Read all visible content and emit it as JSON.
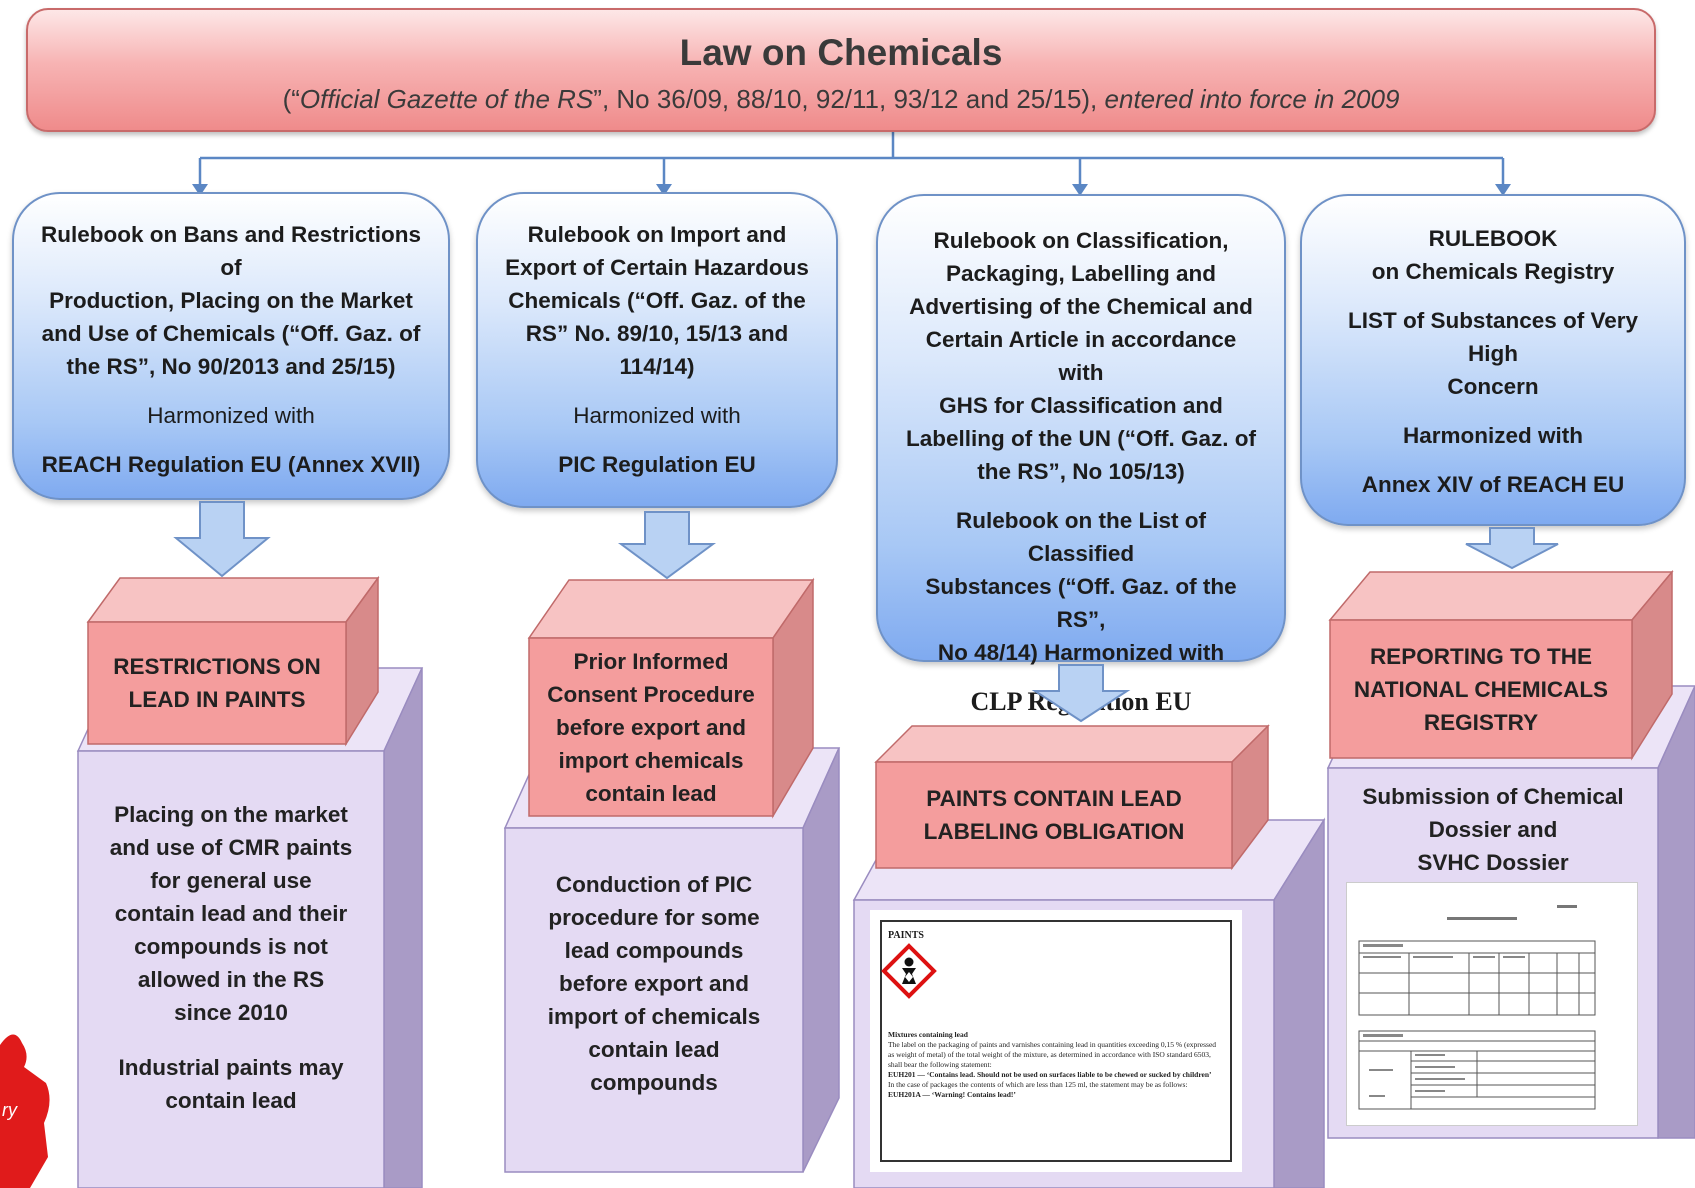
{
  "law": {
    "title": "Law on Chemicals",
    "subtitle_open": "(“",
    "subtitle_gazette": "Official Gazette of the RS",
    "subtitle_numbers": "”, No 36/09, 88/10, 92/11, 93/12 and 25/15),",
    "subtitle_tail": "entered into force in 2009"
  },
  "rulebooks": [
    {
      "lines": [
        "Rulebook on Bans and Restrictions of",
        "Production, Placing on the Market",
        "and Use of Chemicals (“Off. Gaz. of",
        "the RS”, No 90/2013 and 25/15)"
      ],
      "harmonized": "Harmonized with",
      "regulation": "REACH Regulation EU (Annex XVII)"
    },
    {
      "lines": [
        "Rulebook on Import and",
        "Export of Certain Hazardous",
        "Chemicals (“Off. Gaz. of the",
        "RS” No. 89/10, 15/13 and",
        "114/14)"
      ],
      "harmonized": "Harmonized with",
      "regulation": "PIC Regulation EU"
    },
    {
      "lines": [
        "Rulebook on Classification,",
        "Packaging, Labelling and",
        "Advertising of the Chemical and",
        "Certain Article in accordance with",
        "GHS for Classification and",
        "Labelling of the UN (“Off. Gaz. of",
        "the RS”, No 105/13)"
      ],
      "lines2": [
        "Rulebook on the List of Classified",
        "Substances (“Off. Gaz. of the RS”,",
        "No 48/14) Harmonized with"
      ],
      "regulation": "CLP Regulation EU"
    },
    {
      "line1": "RULEBOOK",
      "line2": "on Chemicals Registry",
      "list_lines": [
        "LIST of Substances of Very High",
        "Concern"
      ],
      "harmonized": "Harmonized with",
      "regulation": "Annex XIV of REACH EU"
    }
  ],
  "cubes": [
    {
      "red_lines": [
        "RESTRICTIONS ON",
        "LEAD IN PAINTS"
      ],
      "purple_lines": [
        "Placing on the market",
        "and use of CMR paints",
        "for general use",
        "contain lead and their",
        "compounds is not",
        "allowed in the RS",
        "since 2010"
      ],
      "purple_lines2": [
        "Industrial paints may",
        "contain lead"
      ]
    },
    {
      "red_lines": [
        "Prior Informed",
        "Consent Procedure",
        "before export and",
        "import chemicals",
        "contain lead"
      ],
      "purple_lines": [
        "Conduction of PIC",
        "procedure for some",
        "lead compounds",
        "before export and",
        "import of chemicals",
        "contain lead",
        "compounds"
      ]
    },
    {
      "red_lines": [
        "PAINTS CONTAIN LEAD",
        "LABELING OBLIGATION"
      ],
      "label_doc": {
        "heading": "PAINTS",
        "sub": "Mixtures containing lead",
        "text1": "The label on the packaging of paints and varnishes containing lead in quantities exceeding 0,15 % (expressed as weight of metal) of the total weight of the mixture, as determined in accordance with ISO standard 6503, shall bear the following statement:",
        "text2": "EUH201 — ‘Contains lead. Should not be used on surfaces liable to be chewed or sucked by children’",
        "text3": "In the case of packages the contents of which are less than 125 ml, the statement may be as follows:",
        "text4": "EUH201A — ‘Warning! Contains lead!’"
      }
    },
    {
      "red_lines": [
        "REPORTING TO THE",
        "NATIONAL CHEMICALS",
        "REGISTRY"
      ],
      "purple_lines": [
        "Submission of Chemical",
        "Dossier and",
        "SVHC Dossier"
      ]
    }
  ],
  "colors": {
    "connector": "#5b87c4",
    "arrow_fill": "#b9d2f3",
    "cube_red_front": "#f49d9d",
    "cube_red_side": "#d88a8a",
    "cube_purple_front": "#e0d4f1",
    "cube_purple_side": "#a99bc6",
    "logo_red": "#e01b1b"
  },
  "corner_logo": {
    "icon": "puzzle-piece-icon",
    "partial_text": "ry"
  }
}
